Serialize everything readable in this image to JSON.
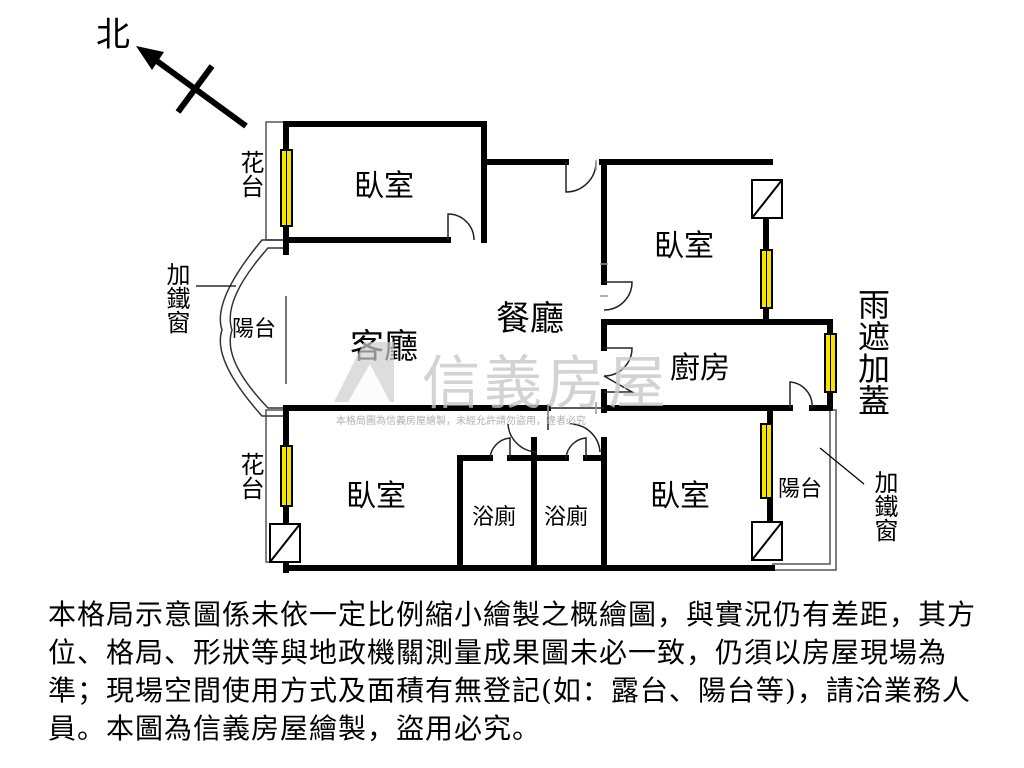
{
  "compass": {
    "label": "北"
  },
  "rooms": {
    "bedroom_top_left": "臥室",
    "bedroom_top_right": "臥室",
    "bedroom_bottom_left": "臥室",
    "bedroom_bottom_right": "臥室",
    "living_room": "客廳",
    "dining_room": "餐廳",
    "kitchen": "廚房",
    "balcony_left": "陽台",
    "balcony_right": "陽台",
    "bath_1": "浴廁",
    "bath_2": "浴廁"
  },
  "side_labels": {
    "planter_top": "花台",
    "planter_bottom": "花台",
    "iron_window_left": "加鐵窗",
    "iron_window_right": "加鐵窗",
    "awning": "雨遮加蓋"
  },
  "watermark": {
    "brand": "信義房屋",
    "notice": "本格局圖為信義房屋繪製，未經允許請勿盜用，違者必究"
  },
  "disclaimer": "本格局示意圖係未依一定比例縮小繪製之概繪圖，與實況仍有差距，其方位、格局、形狀等與地政機關測量成果圖未必一致，仍須以房屋現場為準；現場空間使用方式及面積有無登記(如：露台、陽台等)，請洽業務人員。本圖為信義房屋繪製，盜用必究。",
  "colors": {
    "wall": "#000000",
    "window": "#f2e600",
    "watermark": "#c9c9c9"
  }
}
